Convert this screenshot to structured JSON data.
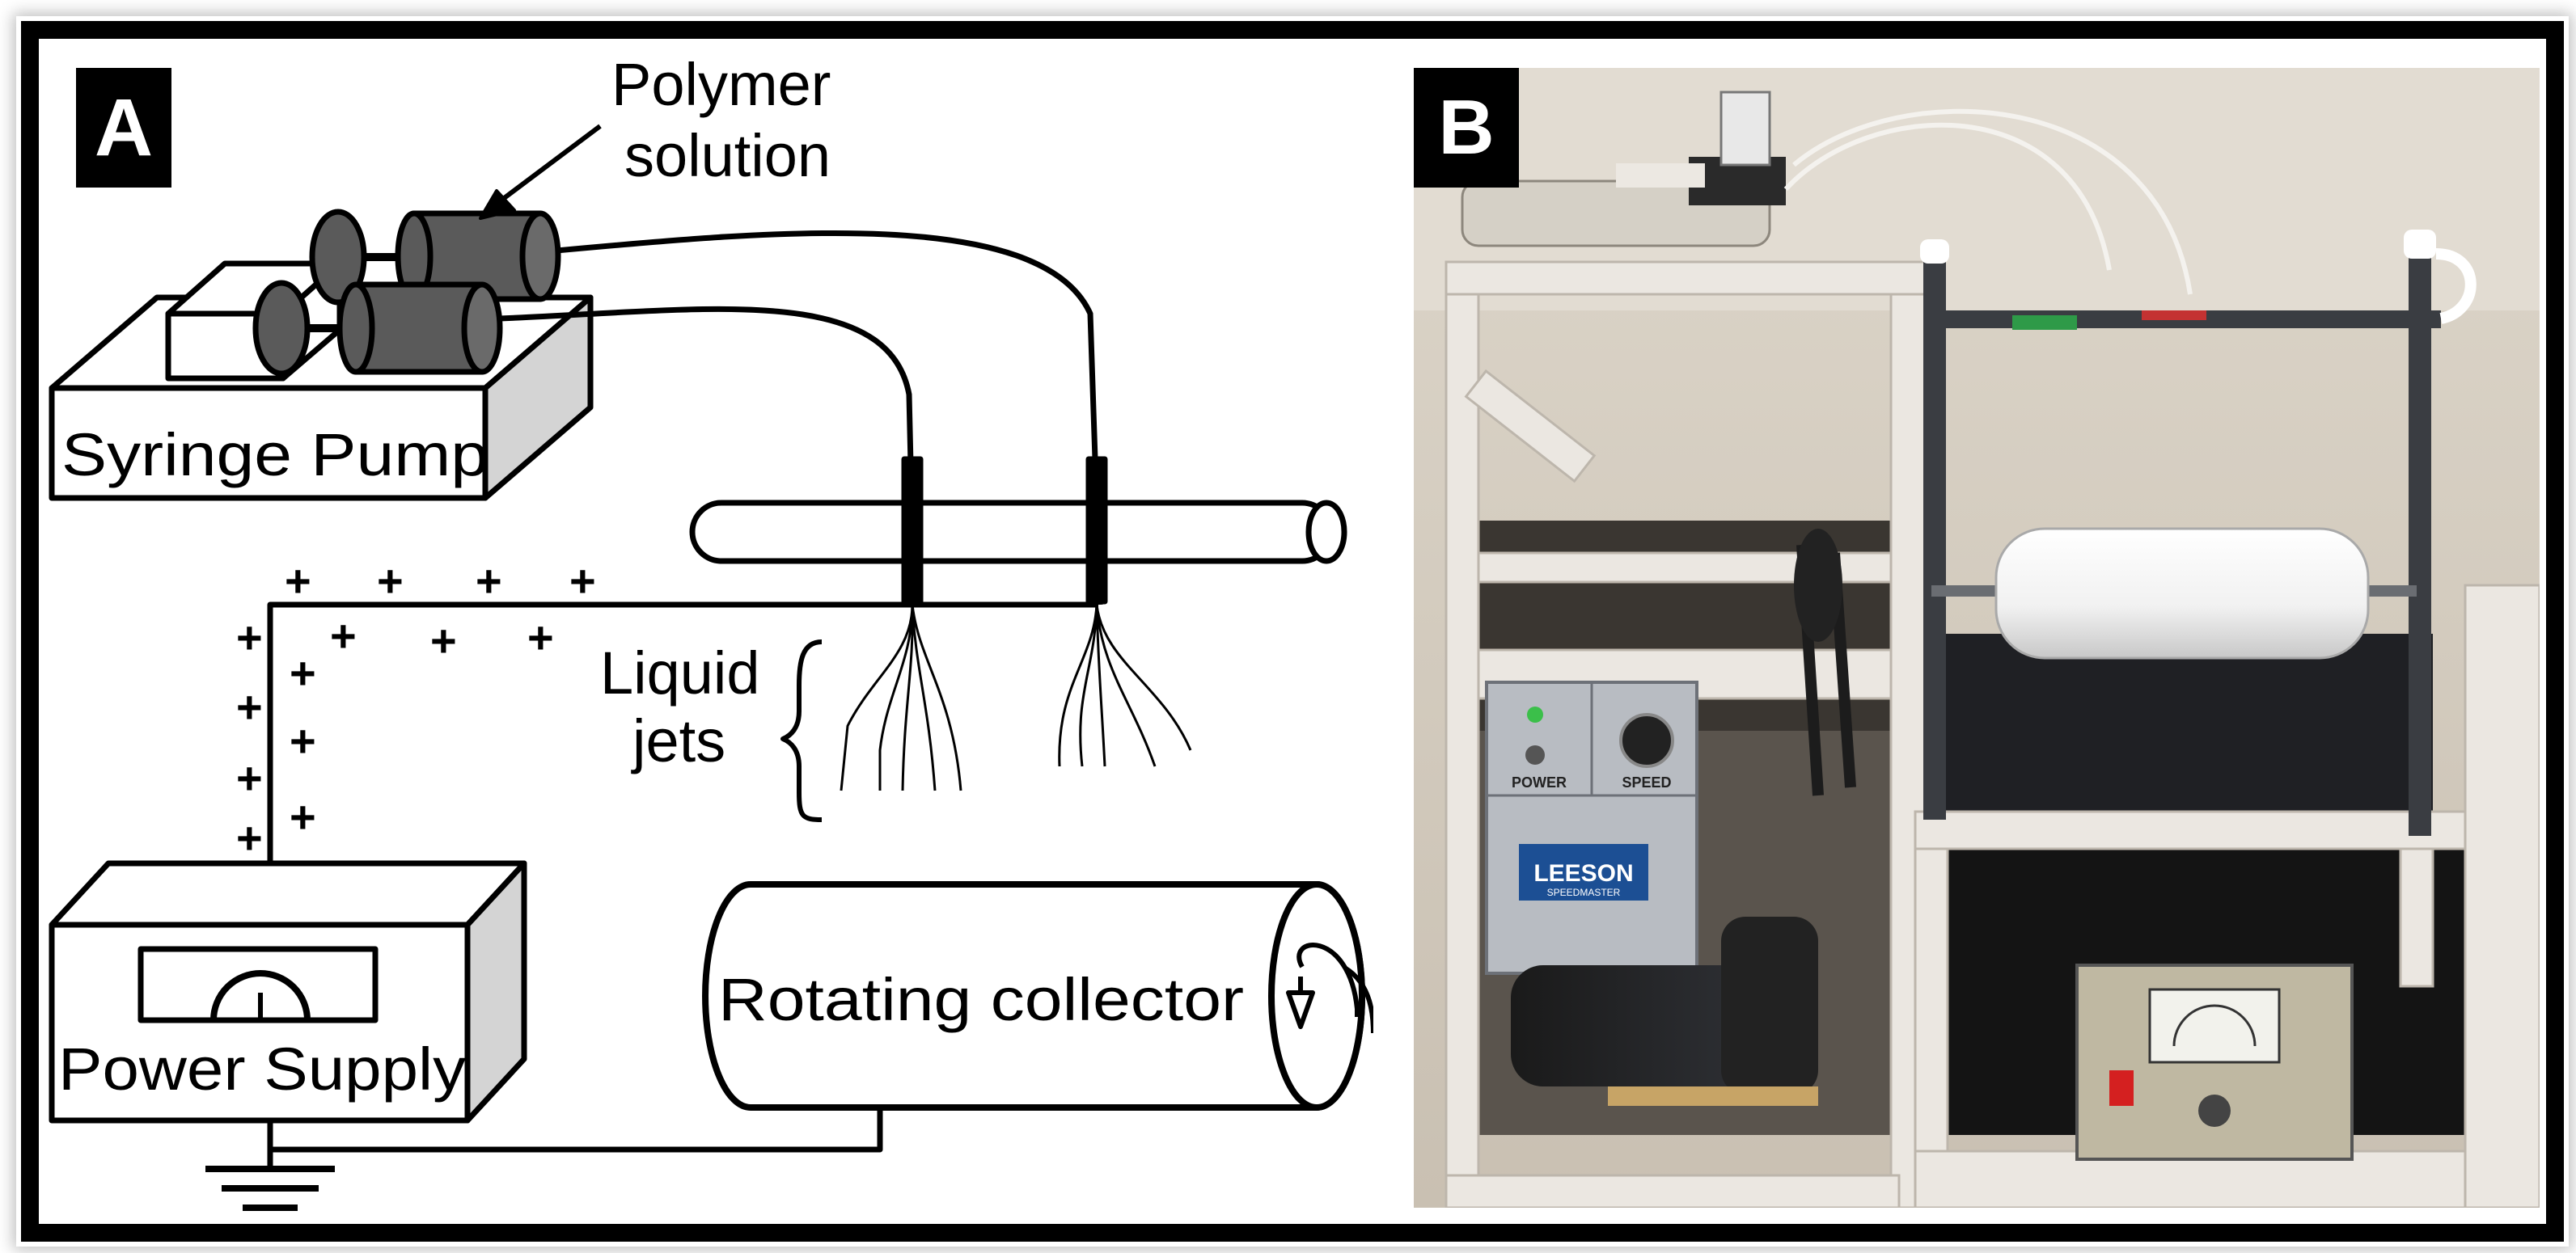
{
  "panel_a": {
    "letter": "A",
    "labels": {
      "polymer_line1": "Polymer",
      "polymer_line2": "solution",
      "syringe_pump": "Syringe Pump",
      "liquid_line1": "Liquid",
      "liquid_line2": "jets",
      "power_supply": "Power Supply",
      "rotating_collector": "Rotating collector",
      "plus": "+"
    }
  },
  "panel_b": {
    "letter": "B",
    "controller": {
      "power_label": "POWER",
      "speed_label": "SPEED",
      "brand": "LEESON",
      "brand_sub": "SPEEDMASTER"
    }
  },
  "colors": {
    "border": "#000000",
    "syringe_dark": "#555555",
    "wood": "#e8e4de",
    "metal_rod": "#3a3d42"
  }
}
